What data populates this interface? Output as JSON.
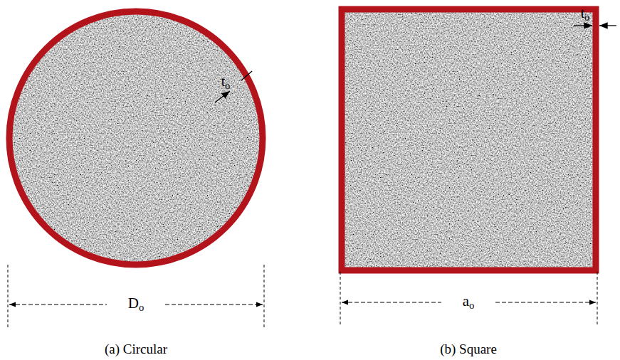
{
  "diagram": {
    "labels": [
      "to",
      "Do",
      "(a) Circular",
      "to",
      "ao",
      "(b) Square"
    ]
  }
}
